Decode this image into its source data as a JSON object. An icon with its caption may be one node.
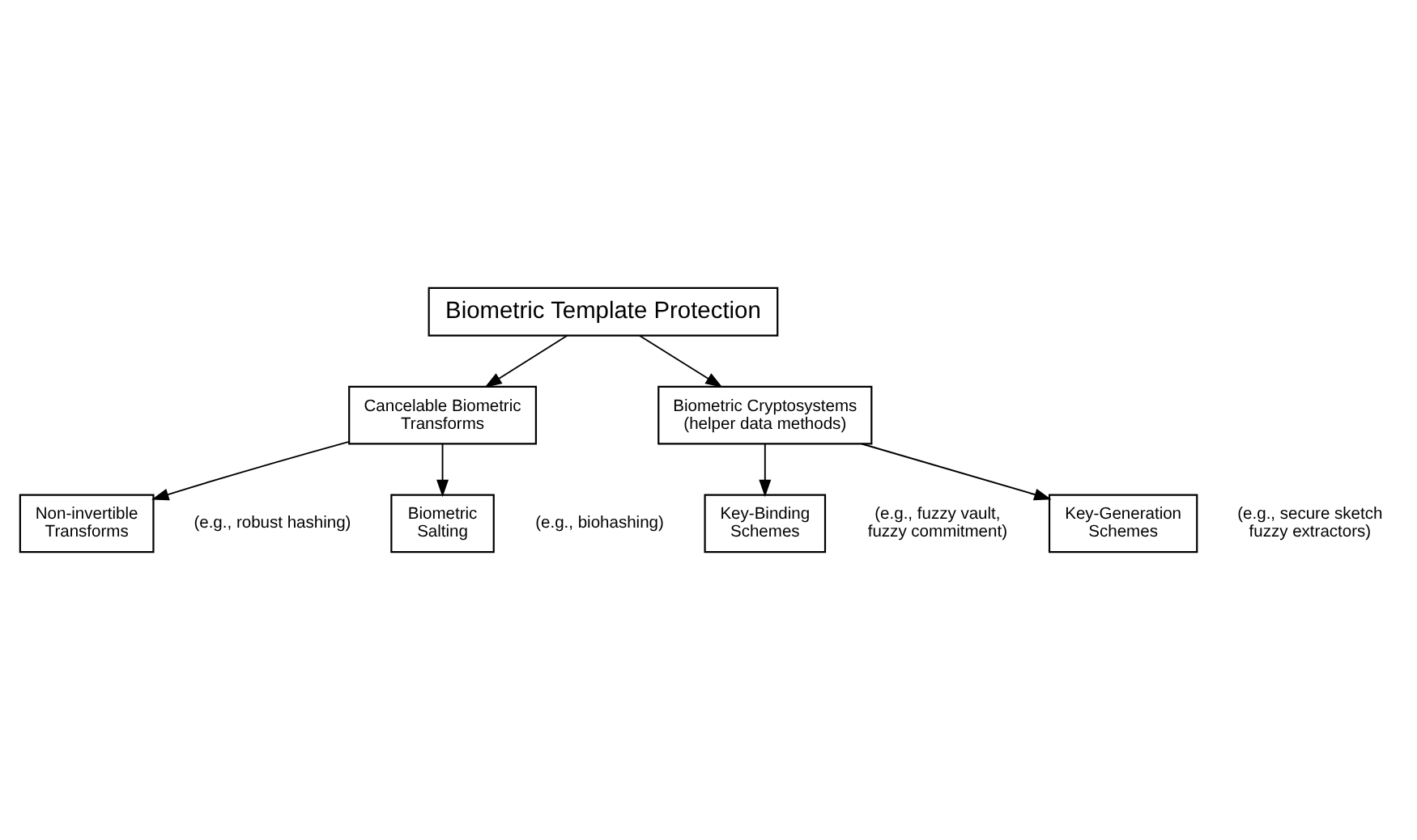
{
  "diagram": {
    "nodes": [
      {
        "text": [
          "Biometric Template Protection"
        ]
      },
      {
        "text": [
          "Cancelable Biometric Transforms"
        ]
      },
      {
        "text": [
          "Biometric Cryptosystems (helper data methods)"
        ]
      },
      {
        "text": [
          "Non-invertible Transforms"
        ],
        "beside": [
          "(e.g., robust hashing)"
        ]
      },
      {
        "text": [
          "Biometric Salting"
        ],
        "beside": [
          "(e.g., biohashing)"
        ]
      },
      {
        "text": [
          "Key-Binding Schemes"
        ],
        "beside": [
          "(e.g., fuzzy vault, fuzzy commitment)"
        ]
      },
      {
        "text": [
          "Key-Generation Schemes"
        ],
        "beside": [
          "(e.g., secure sketch fuzzy extractors)"
        ]
      }
    ],
    "edges": [
      {
        "from": 0,
        "to": 1,
        "arrow": "to"
      },
      {
        "from": 0,
        "to": 2,
        "arrow": "to"
      },
      {
        "from": 1,
        "to": 3,
        "arrow": "to"
      },
      {
        "from": 1,
        "to": 4,
        "arrow": "to"
      },
      {
        "from": 2,
        "to": 5,
        "arrow": "to"
      },
      {
        "from": 2,
        "to": 6,
        "arrow": "to"
      }
    ]
  }
}
